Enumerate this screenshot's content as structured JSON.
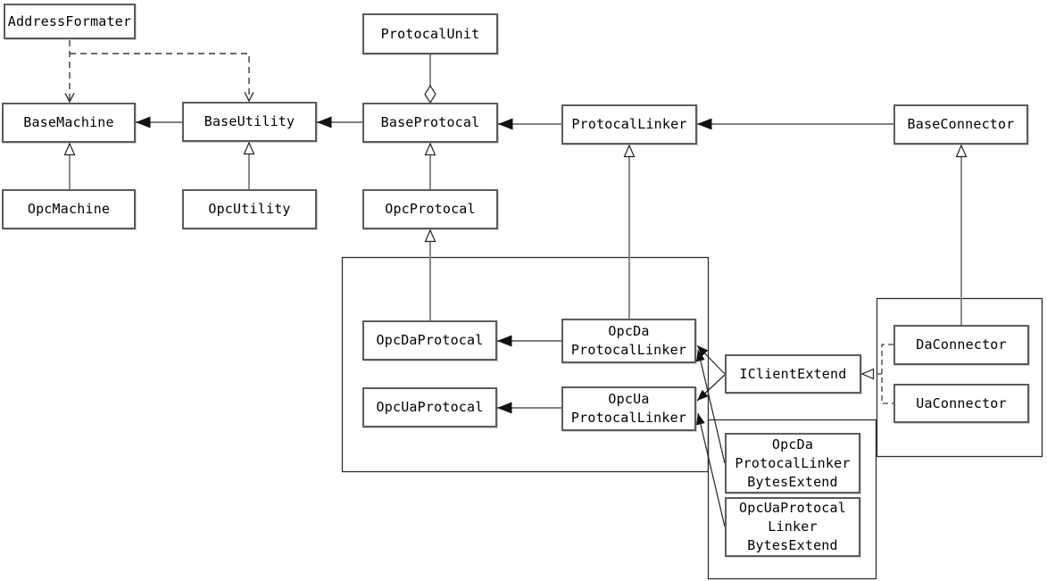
{
  "diagram": {
    "kind": "uml-class-diagram",
    "colors": {
      "background": "#ffffff",
      "box_fill": "#ffffff",
      "box_border": "#5c5c5c",
      "line_gray": "#7f7f7f",
      "ink": "#000000"
    },
    "nodes": {
      "addressFormater": {
        "label": "AddressFormater"
      },
      "protocalUnit": {
        "label": "ProtocalUnit"
      },
      "baseMachine": {
        "label": "BaseMachine"
      },
      "baseUtility": {
        "label": "BaseUtility"
      },
      "baseProtocal": {
        "label": "BaseProtocal"
      },
      "protocalLinker": {
        "label": "ProtocalLinker"
      },
      "baseConnector": {
        "label": "BaseConnector"
      },
      "opcMachine": {
        "label": "OpcMachine"
      },
      "opcUtility": {
        "label": "OpcUtility"
      },
      "opcProtocal": {
        "label": "OpcProtocal"
      },
      "opcDaProtocal": {
        "label": "OpcDaProtocal"
      },
      "opcDaProtocalLinker": {
        "label": "OpcDa\nProtocalLinker"
      },
      "opcUaProtocal": {
        "label": "OpcUaProtocal"
      },
      "opcUaProtocalLinker": {
        "label": "OpcUa\nProtocalLinker"
      },
      "iClientExtend": {
        "label": "IClientExtend"
      },
      "daConnector": {
        "label": "DaConnector"
      },
      "uaConnector": {
        "label": "UaConnector"
      },
      "opcDaProtocalLinkerBytesExtend": {
        "label": "OpcDa\nProtocalLinker\nBytesExtend"
      },
      "opcUaProtocalLinkerBytesExtend": {
        "label": "OpcUaProtocal\nLinker\nBytesExtend"
      }
    },
    "edges": [
      {
        "from": "AddressFormater",
        "to": "BaseMachine",
        "type": "dependency"
      },
      {
        "from": "AddressFormater",
        "to": "BaseUtility",
        "type": "dependency"
      },
      {
        "from": "BaseUtility",
        "to": "BaseMachine",
        "type": "association"
      },
      {
        "from": "BaseProtocal",
        "to": "BaseUtility",
        "type": "association"
      },
      {
        "from": "ProtocalLinker",
        "to": "BaseProtocal",
        "type": "association"
      },
      {
        "from": "BaseConnector",
        "to": "ProtocalLinker",
        "type": "association"
      },
      {
        "from": "ProtocalUnit",
        "to": "BaseProtocal",
        "type": "aggregation"
      },
      {
        "from": "OpcMachine",
        "to": "BaseMachine",
        "type": "generalization"
      },
      {
        "from": "OpcUtility",
        "to": "BaseUtility",
        "type": "generalization"
      },
      {
        "from": "OpcProtocal",
        "to": "BaseProtocal",
        "type": "generalization"
      },
      {
        "from": "OpcDaProtocal",
        "to": "OpcProtocal",
        "type": "generalization"
      },
      {
        "from": "OpcDaProtocalLinker",
        "to": "ProtocalLinker",
        "type": "generalization"
      },
      {
        "from": "DaConnector",
        "to": "BaseConnector",
        "type": "generalization"
      },
      {
        "from": "OpcDaProtocalLinker",
        "to": "OpcDaProtocal",
        "type": "association"
      },
      {
        "from": "OpcUaProtocalLinker",
        "to": "OpcUaProtocal",
        "type": "association"
      },
      {
        "from": "IClientExtend",
        "to": "OpcDaProtocalLinker",
        "type": "association"
      },
      {
        "from": "IClientExtend",
        "to": "OpcUaProtocalLinker",
        "type": "association"
      },
      {
        "from": "OpcDaProtocalLinkerBytesExtend",
        "to": "OpcDaProtocalLinker",
        "type": "association"
      },
      {
        "from": "OpcUaProtocalLinkerBytesExtend",
        "to": "OpcUaProtocalLinker",
        "type": "association"
      },
      {
        "from": "DaConnector",
        "to": "IClientExtend",
        "type": "realization"
      },
      {
        "from": "UaConnector",
        "to": "IClientExtend",
        "type": "realization"
      }
    ]
  }
}
